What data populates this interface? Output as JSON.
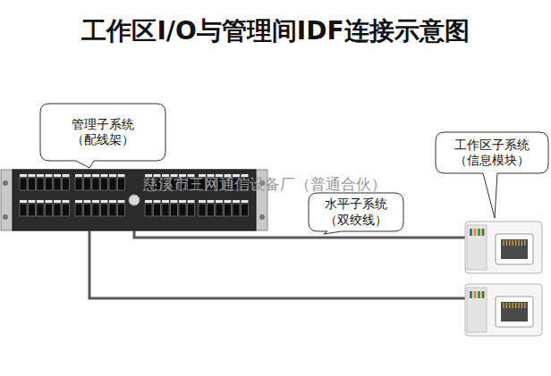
{
  "diagram": {
    "title": "工作区I/O与管理间IDF连接示意图",
    "nodes": [
      {
        "text": [
          "管理子系统",
          "（配线架）"
        ]
      },
      {
        "text": [
          "水平子系统",
          "（双绞线）"
        ]
      },
      {
        "text": [
          "工作区子系统",
          "（信息模块）"
        ]
      }
    ],
    "labels": [
      "慈溪市三网通信设备厂（普通合伙）"
    ]
  }
}
